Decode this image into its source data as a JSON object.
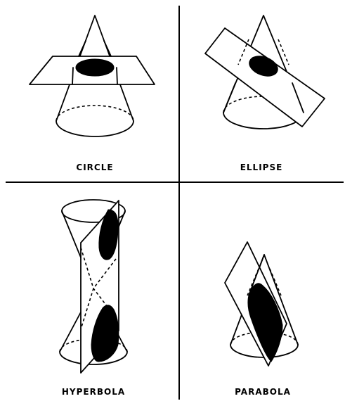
{
  "panels": {
    "circle": {
      "label": "CIRCLE"
    },
    "ellipse": {
      "label": "ELLIPSE"
    },
    "hyperbola": {
      "label": "HYPERBOLA"
    },
    "parabola": {
      "label": "PARABOLA"
    }
  }
}
